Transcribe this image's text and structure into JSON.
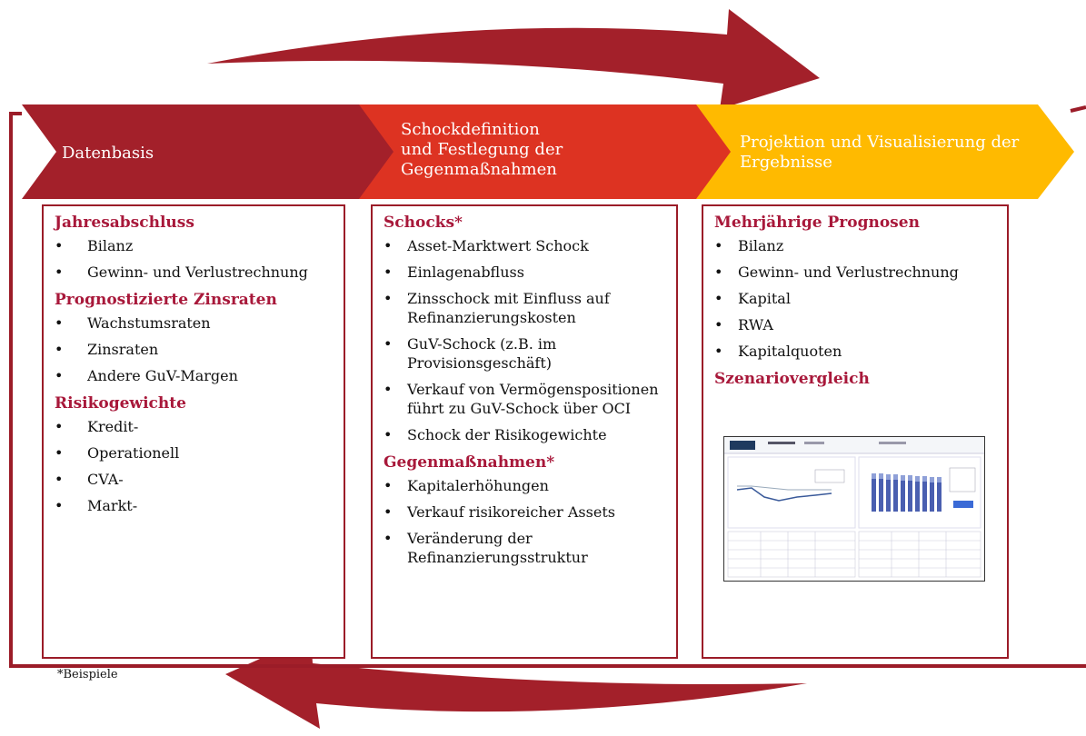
{
  "colors": {
    "dark_red": "#a3202a",
    "red": "#dd3322",
    "yellow": "#ffba00",
    "heading": "#a8183a",
    "border": "#9b1c28"
  },
  "stages": [
    {
      "label": "Datenbasis"
    },
    {
      "label": "Schockdefinition\nund Festlegung der\nGegenmaßnahmen"
    },
    {
      "label": "Projektion und Visualisierung der\nErgebnisse"
    }
  ],
  "columns": {
    "left": {
      "sections": [
        {
          "heading": "Jahresabschluss",
          "items": [
            "Bilanz",
            "Gewinn- und Verlustrechnung"
          ]
        },
        {
          "heading": "Prognostizierte Zinsraten",
          "items": [
            "Wachstumsraten",
            "Zinsraten",
            "Andere GuV-Margen"
          ]
        },
        {
          "heading": "Risikogewichte",
          "items": [
            "Kredit-",
            "Operationell",
            "CVA-",
            "Markt-"
          ]
        }
      ]
    },
    "middle": {
      "sections": [
        {
          "heading": "Schocks*",
          "items": [
            "Asset-Marktwert Schock",
            "Einlagenabfluss",
            "Zinsschock mit Einfluss auf Refinanzierungskosten",
            "GuV-Schock (z.B. im Provisionsgeschäft)",
            "Verkauf von Vermögenspositionen führt zu GuV-Schock über OCI",
            "Schock der Risikogewichte"
          ]
        },
        {
          "heading": "Gegenmaßnahmen*",
          "items": [
            "Kapitalerhöhungen",
            "Verkauf risikoreicher Assets",
            "Veränderung der Refinanzierungsstruktur"
          ]
        }
      ]
    },
    "right": {
      "sections": [
        {
          "heading": "Mehrjährige Prognosen",
          "items": [
            "Bilanz",
            "Gewinn- und Verlustrechnung",
            "Kapital",
            "RWA",
            "Kapitalquoten"
          ]
        },
        {
          "heading": "Szenariovergleich",
          "items": []
        }
      ]
    }
  },
  "footnote": "*Beispiele"
}
